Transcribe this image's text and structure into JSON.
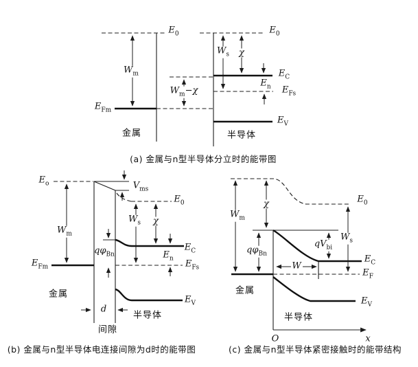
{
  "page": {
    "background": "#ffffff",
    "ink_color": "#1c1c1c",
    "description": "Energy band diagrams of metal and n-type semiconductor contact"
  },
  "fig_a": {
    "caption": "(a) 金属与n型半导体分立时的能带图",
    "labels": {
      "e0_metal": {
        "t": "E",
        "s": "0"
      },
      "e0_semi": {
        "t": "E",
        "s": "0"
      },
      "wm": {
        "t": "W",
        "s": "m"
      },
      "efm": {
        "t": "E",
        "s": "Fm"
      },
      "wm_minus_chi": {
        "t": "W",
        "s": "m",
        "p": "−χ"
      },
      "ws": {
        "t": "W",
        "s": "s"
      },
      "chi": {
        "t": "χ"
      },
      "ec": {
        "t": "E",
        "s": "C"
      },
      "en": {
        "t": "E",
        "s": "n"
      },
      "efs": {
        "t": "E",
        "s": "Fs"
      },
      "ev": {
        "t": "E",
        "s": "V"
      },
      "metal": {
        "t": "金属"
      },
      "semiconductor": {
        "t": "半导体"
      }
    }
  },
  "fig_b": {
    "caption": "(b) 金属与n型半导体电连接间隙为d时的能带图",
    "labels": {
      "e0_metal": {
        "t": "E",
        "s": "o"
      },
      "vms": {
        "t": "V",
        "s": "ms"
      },
      "e0_semi": {
        "t": "E",
        "s": "0"
      },
      "wm": {
        "t": "W",
        "s": "m"
      },
      "ws": {
        "t": "W",
        "s": "s"
      },
      "chi": {
        "t": "χ"
      },
      "qphi_bn": {
        "t": "qφ",
        "s": "Bn"
      },
      "efm": {
        "t": "E",
        "s": "Fm"
      },
      "ec": {
        "t": "E",
        "s": "C"
      },
      "en": {
        "t": "E",
        "s": "n"
      },
      "efs": {
        "t": "E",
        "s": "Fs"
      },
      "ev": {
        "t": "E",
        "s": "V"
      },
      "metal": {
        "t": "金属"
      },
      "d_gap": {
        "t": "d"
      },
      "semiconductor": {
        "t": "半导体"
      },
      "gap": {
        "t": "间隙"
      }
    }
  },
  "fig_c": {
    "caption": "(c) 金属与n型半导体紧密接触时的能带结构",
    "labels": {
      "e0": {
        "t": "E",
        "s": "0"
      },
      "wm": {
        "t": "W",
        "s": "m"
      },
      "chi": {
        "t": "χ"
      },
      "ws": {
        "t": "W",
        "s": "s"
      },
      "qphi_bn": {
        "t": "qφ",
        "s": "Bn"
      },
      "qvbi": {
        "t": "qV",
        "s": "bi"
      },
      "w": {
        "t": "W"
      },
      "ec": {
        "t": "E",
        "s": "C"
      },
      "ef": {
        "t": "E",
        "s": "F"
      },
      "ev": {
        "t": "E",
        "s": "V"
      },
      "metal": {
        "t": "金属"
      },
      "semiconductor": {
        "t": "半导体"
      },
      "origin": {
        "t": "O"
      },
      "x_axis": {
        "t": "x"
      }
    }
  }
}
